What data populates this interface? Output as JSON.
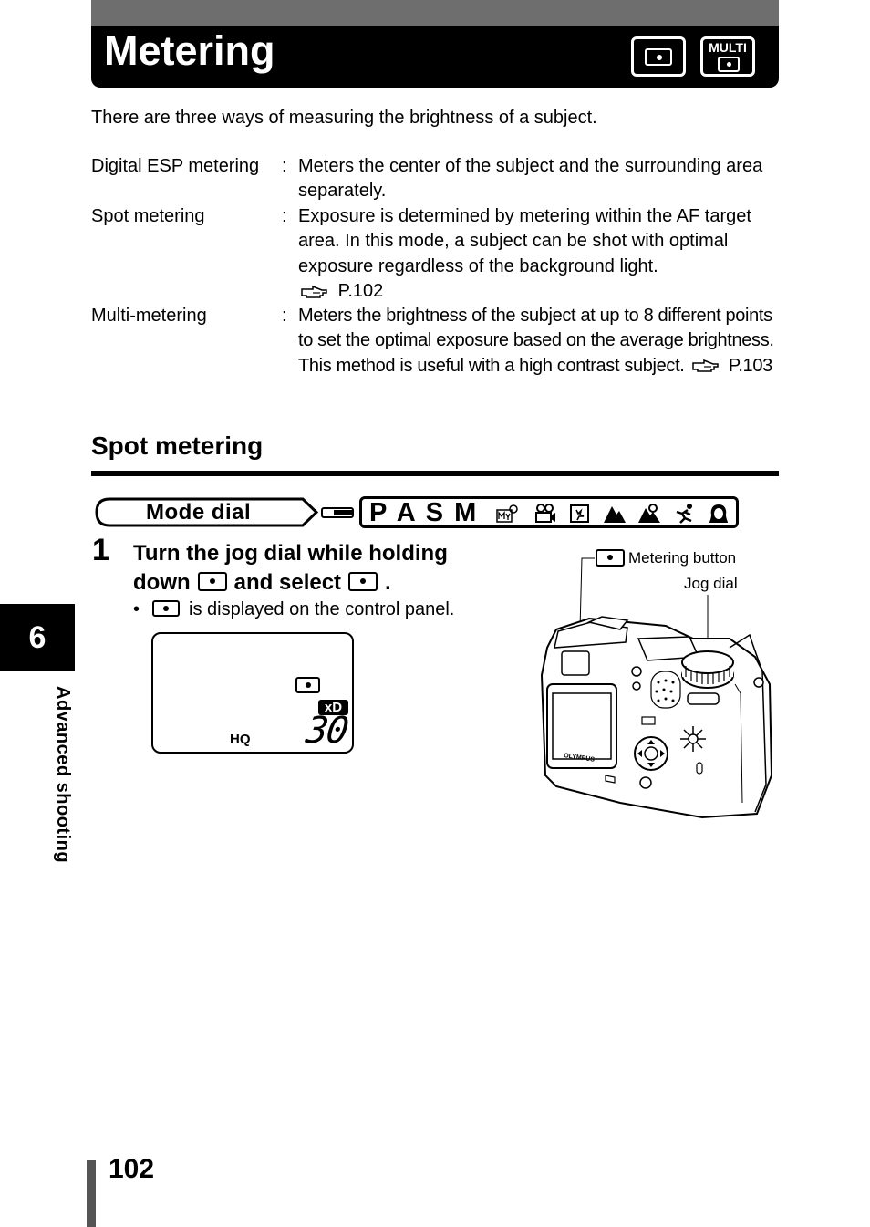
{
  "header": {
    "title": "Metering",
    "icons": [
      "spot-metering-icon",
      "multi-metering-icon"
    ],
    "multi_label": "MULTI"
  },
  "intro": "There are three ways of measuring the brightness of a subject.",
  "definitions": [
    {
      "term": "Digital ESP metering",
      "colon": ":",
      "desc": "Meters the center of the subject and the surrounding area separately."
    },
    {
      "term": "Spot metering",
      "colon": ":",
      "desc": "Exposure is determined by metering within the AF target area. In this mode, a subject can be shot with optimal exposure regardless of the background light.",
      "ref": "P.102"
    },
    {
      "term": "Multi-metering",
      "colon": ":",
      "desc": "Meters the brightness of the subject at up to 8 different points to set the optimal exposure based on the average brightness. This method is useful with a high contrast subject.",
      "ref": "P.103"
    }
  ],
  "section": {
    "title": "Spot metering"
  },
  "mode_dial": {
    "label": "Mode dial",
    "modes": "P A S M"
  },
  "step": {
    "number": "1",
    "line1": "Turn the jog dial while holding",
    "line2_a": "down",
    "line2_b": "and select",
    "line2_c": ".",
    "bullet_mark": "•",
    "bullet_text": "is displayed on the control panel."
  },
  "control_panel": {
    "card": "xD",
    "quality": "HQ",
    "count": "30"
  },
  "camera": {
    "metering_button_label": "Metering button",
    "jog_dial_label": "Jog dial",
    "brand": "OLYMPUS"
  },
  "side_tab": {
    "chapter": "6",
    "chapter_title": "Advanced shooting"
  },
  "footer": {
    "page_number": "102"
  }
}
